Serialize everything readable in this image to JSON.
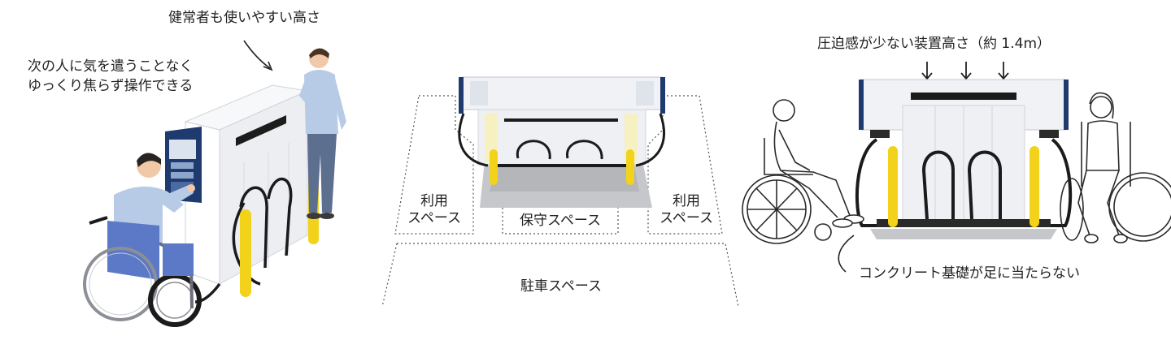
{
  "left_panel": {
    "label_height": "健常者も使いやすい高さ",
    "label_no_rush_line1": "次の人に気を遣うことなく",
    "label_no_rush_line2": "ゆっくり焦らず操作できる"
  },
  "center_panel": {
    "usage_space_left_line1": "利用",
    "usage_space_left_line2": "スペース",
    "maintenance_space": "保守スペース",
    "usage_space_right_line1": "利用",
    "usage_space_right_line2": "スペース",
    "parking_space": "駐車スペース"
  },
  "right_panel": {
    "label_device_height": "圧迫感が少ない装置高さ（約 1.4m）",
    "label_foundation": "コンクリート基礎が足に当たらない"
  },
  "colors": {
    "bollard_yellow": "#f2d21b",
    "charger_white": "#f1f2f5",
    "control_panel_blue": "#1f3a6e",
    "wheelchair_blue": "#5b79c6",
    "shirt_blue": "#b7cbe6",
    "cable_black": "#1b1b1b"
  }
}
